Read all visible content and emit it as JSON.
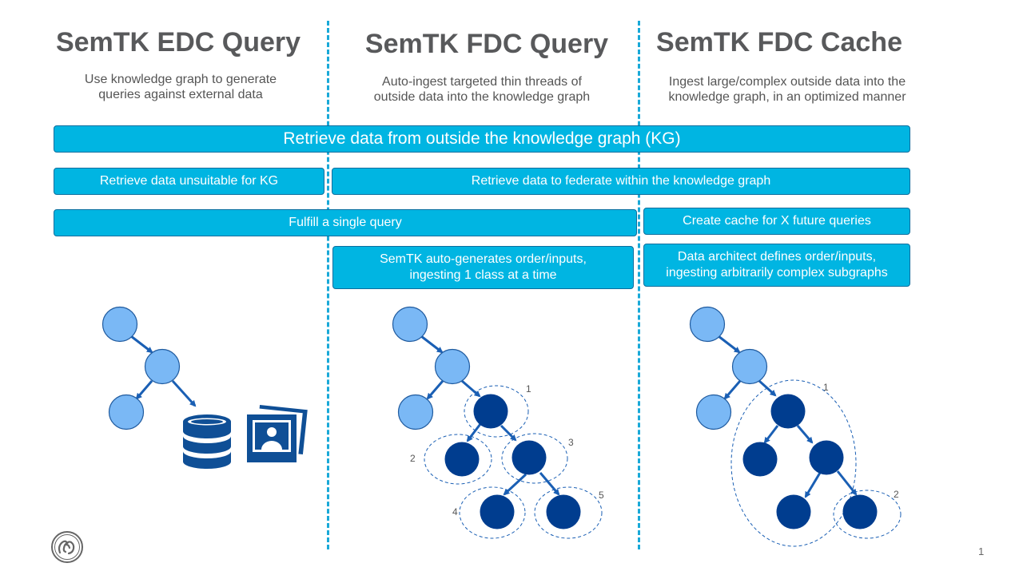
{
  "columns": [
    {
      "title": "SemTK EDC Query",
      "subtitle_lines": [
        "Use knowledge graph to generate",
        "queries against external data"
      ]
    },
    {
      "title": "SemTK FDC Query",
      "subtitle_lines": [
        "Auto-ingest targeted thin threads of",
        "outside data into the knowledge graph"
      ]
    },
    {
      "title": "SemTK FDC Cache",
      "subtitle_lines": [
        "Ingest large/complex outside data into the",
        "knowledge graph, in an optimized manner"
      ]
    }
  ],
  "bars": {
    "retrieve_outside": "Retrieve data from outside the knowledge graph (KG)",
    "unsuitable": "Retrieve data unsuitable for KG",
    "federate": "Retrieve data to federate within the knowledge graph",
    "single_query": "Fulfill a single query",
    "cache": "Create cache for X future queries",
    "auto_generates": [
      "SemTK auto-generates order/inputs,",
      "ingesting 1 class at a time"
    ],
    "architect": [
      "Data architect defines order/inputs,",
      "ingesting arbitrarily complex subgraphs"
    ]
  },
  "fdc_query_labels": [
    "1",
    "2",
    "3",
    "4",
    "5"
  ],
  "fdc_cache_labels": [
    "1",
    "2"
  ],
  "icons": [
    "database-icon",
    "photo-stack-icon",
    "ge-logo-icon"
  ],
  "colors": {
    "bar_fill": "#00b5e2",
    "light_node": "#7ab8f5",
    "dark_node": "#003d8f",
    "divider": "#19a9d8",
    "title": "#58595b"
  },
  "page_number": "1"
}
